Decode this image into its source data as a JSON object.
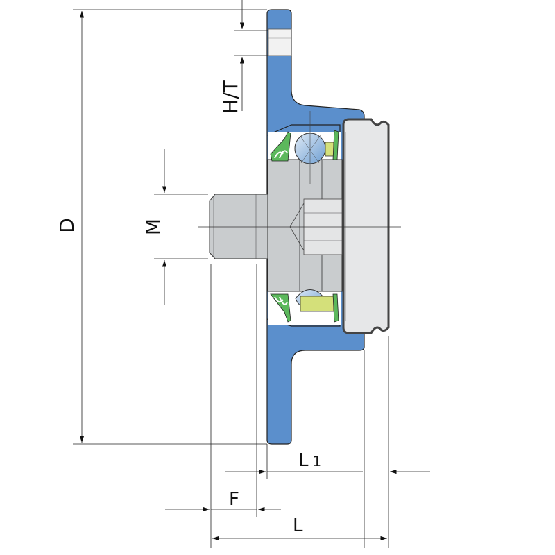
{
  "drawing": {
    "labels": {
      "D": "D",
      "M": "M",
      "HT": "H/T",
      "L1_main": "L",
      "L1_sub": "1",
      "F": "F",
      "L": "L"
    },
    "colors": {
      "housing": "#5b8fcc",
      "steel": "#c9ccce",
      "cap": "#e6e7e8",
      "seal": "#5cb85c",
      "cage": "#d4e07a",
      "ball": "#a9c8e8",
      "line": "#222222"
    }
  }
}
